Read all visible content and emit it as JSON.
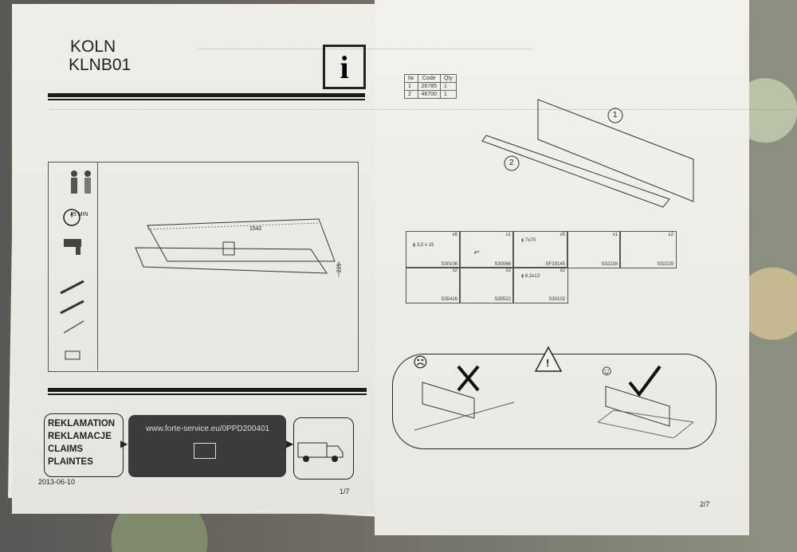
{
  "header": {
    "brand": "KOLN",
    "model": "KLNB01",
    "info_glyph": "i"
  },
  "tools": {
    "time": "45 MIN",
    "width": "1542",
    "height": "225"
  },
  "claims": {
    "lines": [
      "REKLAMATION",
      "REKLAMACJE",
      "CLAIMS",
      "PLAINTES"
    ],
    "url": "www.forte-service.eu/0PPD200401"
  },
  "footer": {
    "date": "2013-06-10",
    "page_left": "1/7",
    "page_right": "2/7"
  },
  "parts_table": {
    "headers": [
      "№",
      "Code",
      "Qty"
    ],
    "rows": [
      [
        "1",
        "26785",
        "1"
      ],
      [
        "2",
        "46700",
        "1"
      ]
    ]
  },
  "hardware": [
    {
      "size": "ϕ 3,5 x 15",
      "qty": "x6",
      "code": "S30106"
    },
    {
      "size": "",
      "qty": "x1",
      "code": "S30066"
    },
    {
      "size": "ϕ 7x70",
      "qty": "x5",
      "code": "SF33145"
    },
    {
      "size": "",
      "qty": "x1",
      "code": "S32228"
    },
    {
      "size": "",
      "qty": "x2",
      "code": "S32229"
    },
    {
      "size": "",
      "qty": "x2",
      "code": "S35416"
    },
    {
      "size": "",
      "qty": "x2",
      "code": "S35522"
    },
    {
      "size": "ϕ 6,3x13",
      "qty": "x2",
      "code": "S30102"
    }
  ],
  "callouts": [
    "1",
    "2"
  ],
  "warning_glyph": "!",
  "colors": {
    "paper": "#ecebe6",
    "ink": "#222222",
    "dark_panel": "#3b3b3b"
  }
}
